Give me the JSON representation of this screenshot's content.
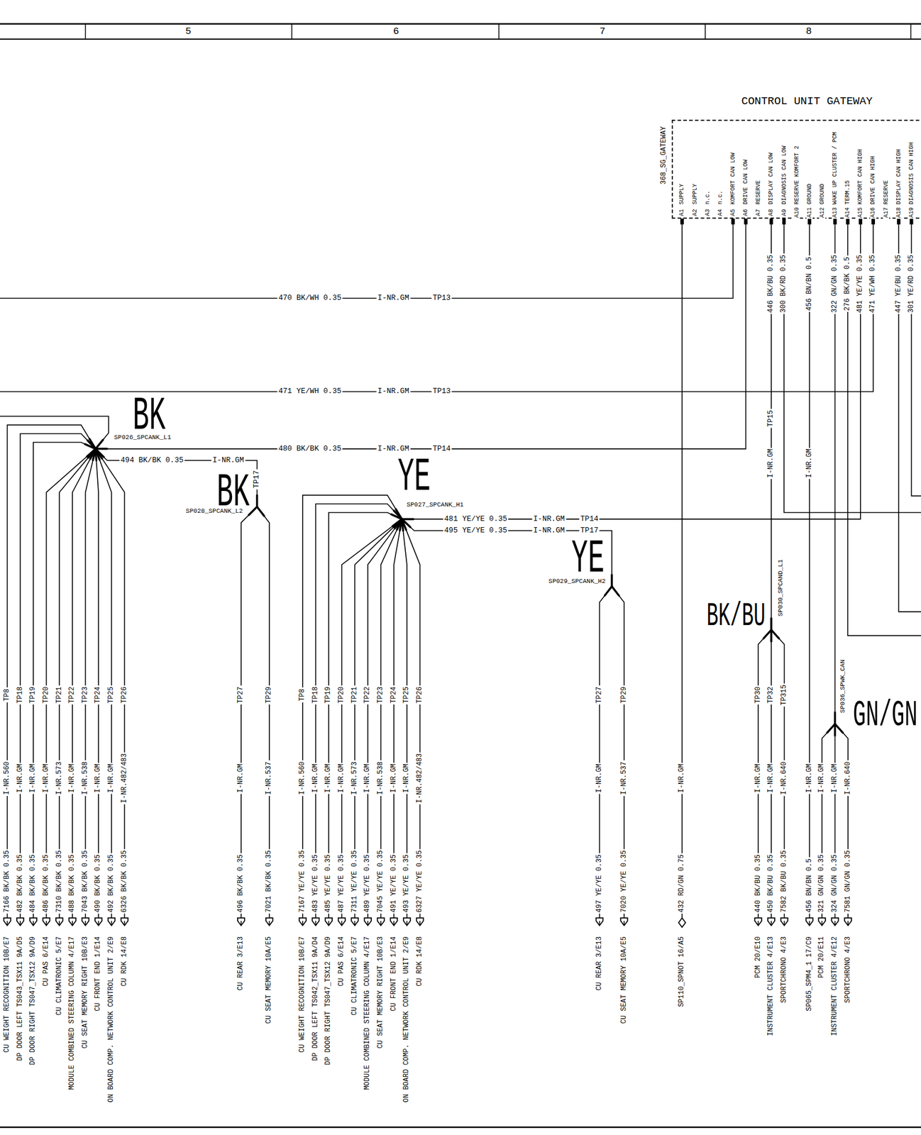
{
  "diagram": {
    "nodes": [
      {
        "text": [
          "CONTROL UNIT GATEWAY",
          "368_SG_GATEWAY"
        ]
      }
    ],
    "labels": [
      "5",
      "6",
      "7",
      "8",
      "A1",
      "SUPPLY",
      "A2",
      "SUPPLY",
      "A3",
      "n.c.",
      "A4",
      "n.c.",
      "A5",
      "KOMFORT CAN LOW",
      "A6",
      "DRIVE CAN LOW",
      "A7",
      "RESERVE",
      "A8",
      "DISPLAY CAN LOW",
      "A9",
      "DIAGNOSIS CAN LOW",
      "A10",
      "RESERVE KOMFORT 2",
      "A11",
      "GROUND",
      "A12",
      "GROUND",
      "A13",
      "WAKE UP CLUSTER / PCM",
      "A14",
      "TERM.15",
      "A15",
      "KOMFORT CAN HIGH",
      "A16",
      "DRIVE CAN HIGH",
      "A17",
      "RESERVE",
      "A18",
      "DISPLAY CAN HIGH",
      "A19",
      "DIAGNOSIS CAN HIGH",
      "446 BK/BU 0.35",
      "TP15",
      "I-NR.GM",
      "300 BK/RD 0.35",
      "456 BN/BN 0.5",
      "I-NR.GM",
      "322 GN/GN 0.35",
      "276 BK/BK 0.5",
      "481 YE/YE 0.35",
      "471 YE/WH 0.35",
      "447 YE/BU 0.35",
      "301 YE/RD 0.35",
      "470 BK/WH 0.35",
      "I-NR.GM",
      "TP13",
      "471 YE/WH 0.35",
      "I-NR.GM",
      "TP13",
      "480 BK/BK 0.35",
      "I-NR.GM",
      "TP14",
      "494 BK/BK 0.35",
      "I-NR.GM",
      "TP17",
      "481 YE/YE 0.35",
      "I-NR.GM",
      "TP14",
      "495 YE/YE 0.35",
      "I-NR.GM",
      "TP17",
      "BK",
      "SP026_SPCANK_L1",
      "BK",
      "SP028_SPCANK_L2",
      "YE",
      "SP027_SPCANK_H1",
      "YE",
      "SP029_SPCANK_H2",
      "BK/BU",
      "SP030_SPCAND_L1",
      "GN/GN",
      "SP036_SPWK_CAN",
      "TP8",
      "I-NR.560",
      "7166 BK/BK 0.35",
      "CU WEIGHT RECOGNITION 10B/E7",
      "TP18",
      "I-NR.GM",
      "482 BK/BK 0.35",
      "DP DOOR LEFT TS043_TSX11 9A/D5",
      "TP19",
      "I-NR.GM",
      "484 BK/BK 0.35",
      "DP DOOR RIGHT TS047_TSX12 9A/D9",
      "TP20",
      "I-NR.GM",
      "486 BK/BK 0.35",
      "CU PAS 6/E14",
      "TP21",
      "I-NR.573",
      "7310 BK/BK 0.35",
      "CU CLIMATRONIC 5/E7",
      "TP22",
      "I-NR.GM",
      "488 BK/BK 0.35",
      "MODULE COMBINED STEERING COLUMN 4/E17",
      "TP23",
      "I-NR.538",
      "7043 BK/BK 0.35",
      "CU SEAT MEMORY RIGHT 10B/E3",
      "TP24",
      "I-NR.GM",
      "490 BK/BK 0.35",
      "CU FRONT END 1/E14",
      "TP25",
      "I-NR.GM",
      "492 BK/BK 0.35",
      "ON BOARD COMP. NETWORK CONTROL UNIT 2/E9",
      "TP26",
      "I-NR.482/483",
      "6326 BK/BK 0.35",
      "CU RDK 14/E8",
      "TP27",
      "I-NR.GM",
      "496 BK/BK 0.35",
      "CU REAR 3/E13",
      "TP29",
      "I-NR.537",
      "7021 BK/BK 0.35",
      "CU SEAT MEMORY 10A/E5",
      "TP8",
      "I-NR.560",
      "7167 YE/YE 0.35",
      "CU WEIGHT RECOGNITION 10B/E7",
      "TP18",
      "I-NR.GM",
      "483 YE/YE 0.35",
      "DP DOOR LEFT TS042_TSX11 9A/D4",
      "TP19",
      "I-NR.GM",
      "485 YE/YE 0.35",
      "DP DOOR RIGHT TS047_TSX12 9A/D9",
      "TP20",
      "I-NR.GM",
      "487 YE/YE 0.35",
      "CU PAS 6/E14",
      "TP21",
      "I-NR.573",
      "7311 YE/YE 0.35",
      "CU CLIMATRONIC 5/E7",
      "TP22",
      "I-NR.GM",
      "489 YE/YE 0.35",
      "MODULE COMBINED STEERING COLUMN 4/E17",
      "TP23",
      "I-NR.538",
      "7045 YE/YE 0.35",
      "CU SEAT MEMORY RIGHT 10B/E3",
      "TP24",
      "I-NR.GM",
      "491 YE/YE 0.35",
      "CU FRONT END 1/E14",
      "TP25",
      "I-NR.GM",
      "493 YE/YE 0.35",
      "ON BOARD COMP. NETWORK CONTROL UNIT 2/E9",
      "TP26",
      "I-NR.482/483",
      "6327 YE/YE 0.35",
      "CU RDK 14/E8",
      "TP27",
      "I-NR.GM",
      "497 YE/YE 0.35",
      "CU REAR 3/E13",
      "TP29",
      "I-NR.537",
      "7020 YE/YE 0.35",
      "CU SEAT MEMORY 10A/E5",
      "I-NR.GM",
      "432 RD/GN 0.75",
      "SP110_SPNOT 16/A5",
      "TP30",
      "I-NR.GM",
      "440 BK/BU 0.35",
      "PCM 20/E10",
      "TP32",
      "I-NR.GM",
      "450 BK/BU 0.35",
      "INSTRUMENT CLUSTER 4/E13",
      "TP315",
      "I-NR.640",
      "7582 BK/BU 0.35",
      "SPORTCHRONO 4/E3",
      "I-NR.GM",
      "456 BN/BN 0.5",
      "SP065_SPM4_1 17/C9",
      "I-NR.GM",
      "321 GN/GN 0.35",
      "PCM 20/E11",
      "I-NR.GM",
      "324 GN/GN 0.35",
      "INSTRUMENT CLUSTER 4/E12",
      "I-NR.640",
      "7581 GN/GN 0.35",
      "SPORTCHRONO 4/E3"
    ]
  }
}
